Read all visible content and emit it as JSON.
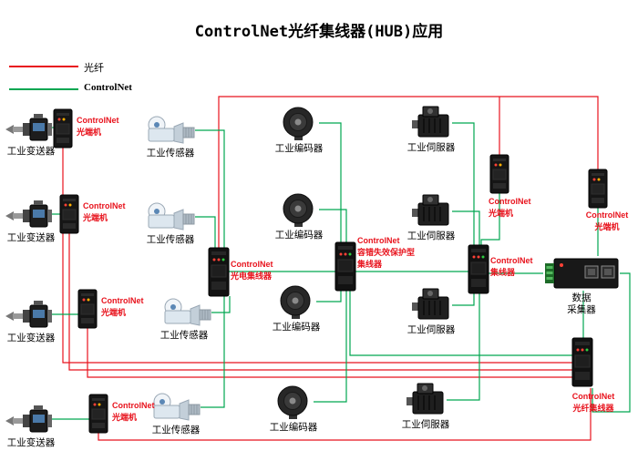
{
  "title": "ControlNet光纤集线器(HUB)应用",
  "colors": {
    "fiber": "#e8131d",
    "cnet": "#00a651",
    "redlabel": "#e8131d"
  },
  "legend": {
    "fiber": {
      "label": "光纤",
      "color": "#e8131d"
    },
    "controlnet": {
      "label": "ControlNet",
      "color": "#00a651"
    }
  },
  "labels": {
    "transmitter": "工业变送器",
    "sensor": "工业传感器",
    "encoder": "工业编码器",
    "servo": "工业伺服器",
    "data_collector": "数据\n采集器"
  },
  "red_labels": {
    "optical_terminal": "ControlNet\n光端机",
    "photoelectric_hub": "ControlNet\n光电集线器",
    "fault_tolerant_hub": "ControlNet\n容错失效保护型\n集线器",
    "hub": "ControlNet\n集线器",
    "fiber_hub": "ControlNet\n光纤集线器"
  }
}
